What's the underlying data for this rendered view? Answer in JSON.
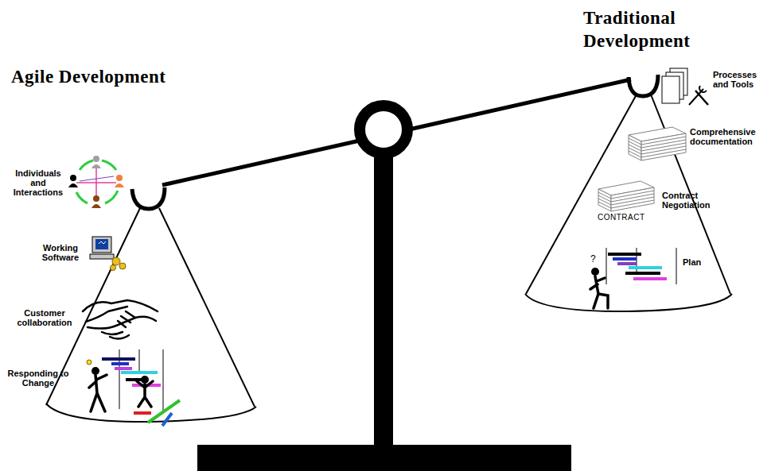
{
  "diagram": {
    "labels": [
      "Traditional Development",
      "Processes and Tools",
      "Agile Development",
      "Comprehensive documentation",
      "Individuals and Interactions",
      "Contract Negotiation",
      "CONTRACT",
      "?",
      "Plan",
      "Working Software",
      "Customer collaboration",
      "Responding to Change"
    ]
  }
}
